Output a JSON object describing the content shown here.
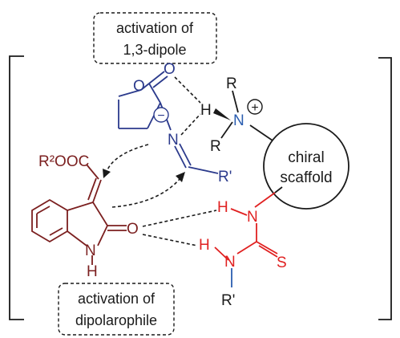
{
  "callouts": {
    "dipole_line1": "activation of",
    "dipole_line2": "1,3-dipole",
    "dipolarophile_line1": "activation of",
    "dipolarophile_line2": "dipolarophile"
  },
  "catalyst": {
    "scaffold_line1": "chiral",
    "scaffold_line2": "scaffold",
    "ammonium_N": "N",
    "ammonium_H": "H",
    "ammonium_R_top": "R",
    "ammonium_R_bottom": "R",
    "ammonium_charge": "+",
    "thiourea_NH_top_N": "N",
    "thiourea_NH_top_H": "H",
    "thiourea_NH_bottom_N": "N",
    "thiourea_NH_bottom_H": "H",
    "thiourea_S": "S",
    "thiourea_R": "R'"
  },
  "dipole": {
    "carbonyl_O": "O",
    "ring_O": "O",
    "imine_N": "N",
    "carbanion_charge": "−",
    "substituent": "R'"
  },
  "dipolarophile": {
    "ester": "R²OOC",
    "oxindole_O": "O",
    "oxindole_N": "N",
    "oxindole_H": "H"
  },
  "colors": {
    "dipole": "#2b3a8c",
    "dipolarophile": "#7b1f1f",
    "thiourea": "#e02020",
    "ammonium_N": "#2a5db0",
    "ink": "#1a1a1a"
  }
}
